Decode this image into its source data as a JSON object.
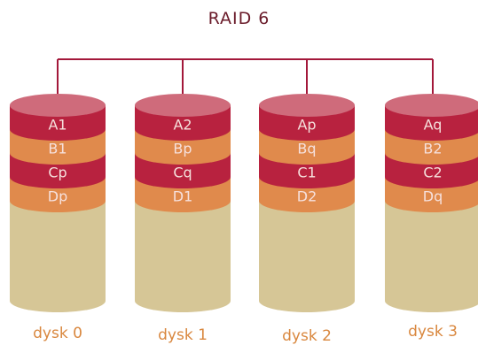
{
  "title": "RAID 6",
  "colors": {
    "line": "#a3183a",
    "top": "#cf6b7b",
    "block_dark": "#b8223f",
    "block_light": "#e08a4c",
    "body": "#d6c696",
    "body_dark": "#c2b07f",
    "label": "#d9873e",
    "block_text": "#f6e0dc"
  },
  "disks": [
    {
      "label": "dysk 0",
      "blocks": [
        "A1",
        "B1",
        "Cp",
        "Dp"
      ]
    },
    {
      "label": "dysk 1",
      "blocks": [
        "A2",
        "Bp",
        "Cq",
        "D1"
      ]
    },
    {
      "label": "dysk 2",
      "blocks": [
        "Ap",
        "Bq",
        "C1",
        "D2"
      ]
    },
    {
      "label": "dysk 3",
      "blocks": [
        "Aq",
        "B2",
        "C2",
        "Dq"
      ]
    }
  ]
}
